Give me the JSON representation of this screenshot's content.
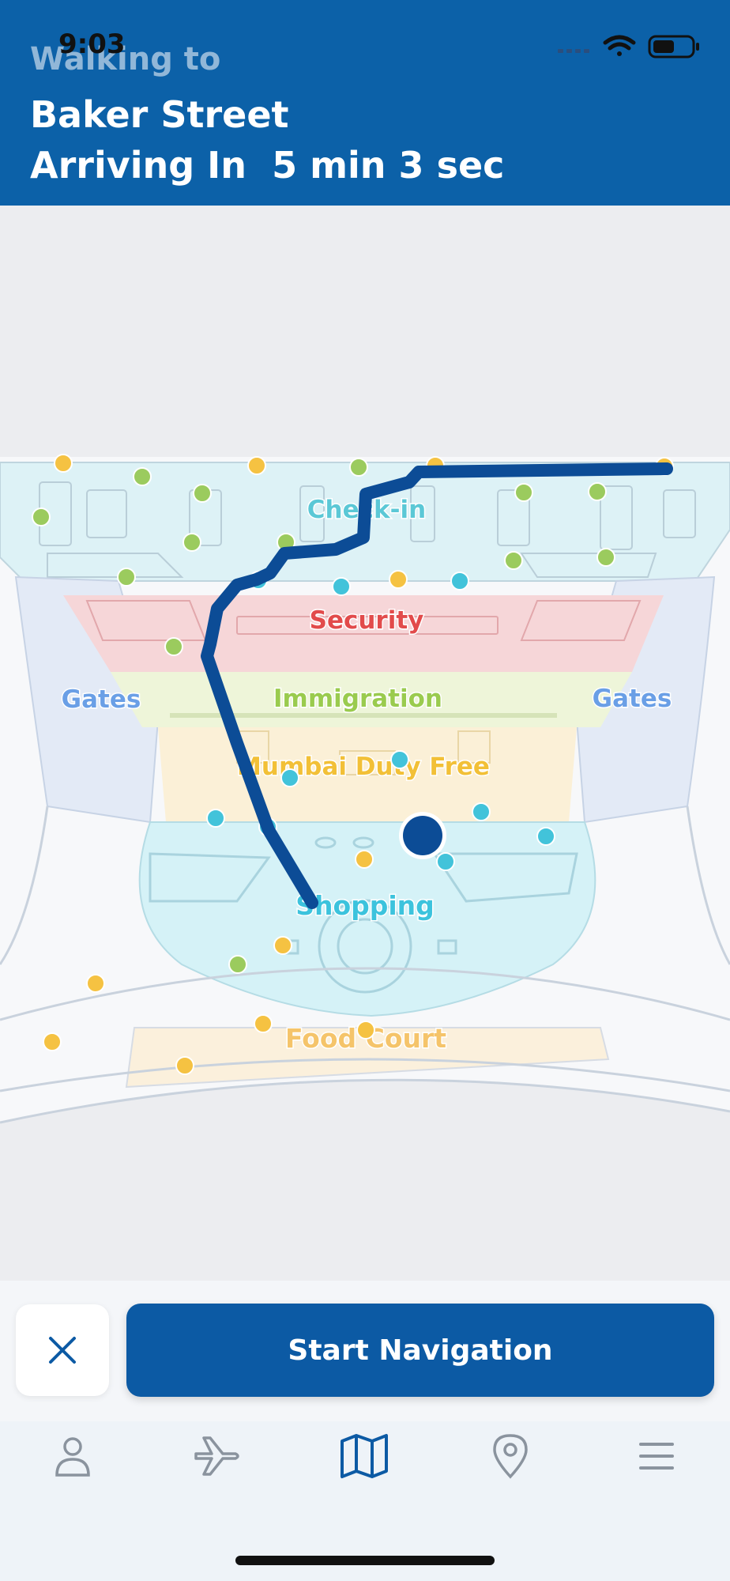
{
  "status": {
    "time": "9:03"
  },
  "header": {
    "walking_label": "Walking to",
    "destination": "Baker Street",
    "arrival": "Arriving In  5 min 3 sec"
  },
  "map": {
    "zones": {
      "checkin": "Check-in",
      "security": "Security",
      "gates_left": "Gates",
      "gates_right": "Gates",
      "immigration": "Immigration",
      "duty_free": "Mumbai Duty Free",
      "shopping": "Shopping",
      "food_court": "Food Court"
    },
    "colors": {
      "route": "#0C4C96",
      "checkin": "#5BC8D6",
      "security": "#E24B4B",
      "gates": "#6A9FE6",
      "immigration": "#9ACB4E",
      "duty_free": "#F2C037",
      "shopping": "#3CC3DD",
      "food_court": "#F5C46A"
    }
  },
  "actions": {
    "close_icon": "close-icon",
    "start_label": "Start Navigation"
  },
  "tabs": [
    {
      "icon": "person-icon"
    },
    {
      "icon": "airplane-icon"
    },
    {
      "icon": "map-icon"
    },
    {
      "icon": "location-pin-icon"
    },
    {
      "icon": "menu-icon"
    }
  ]
}
